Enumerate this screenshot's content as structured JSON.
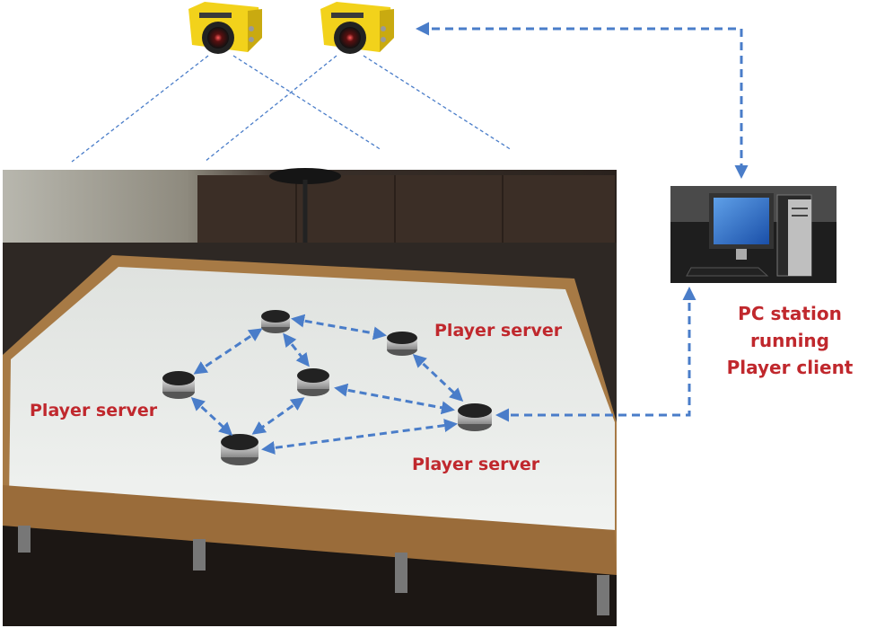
{
  "labels": {
    "player_server_top_right": "Player server",
    "player_server_left": "Player server",
    "player_server_bottom": "Player server",
    "pc_line1": "PC station",
    "pc_line2": "running",
    "pc_line3": "Player client"
  },
  "colors": {
    "label_red": "#c0282d",
    "arrow_blue": "#4a7dc9",
    "camera_yellow": "#f2d21b",
    "table_white": "#e9ecea",
    "frame_wood": "#a77a45"
  },
  "icons": {
    "camera": "industrial-camera-icon",
    "robot": "mobile-robot-icon",
    "computer": "desktop-pc-icon"
  }
}
